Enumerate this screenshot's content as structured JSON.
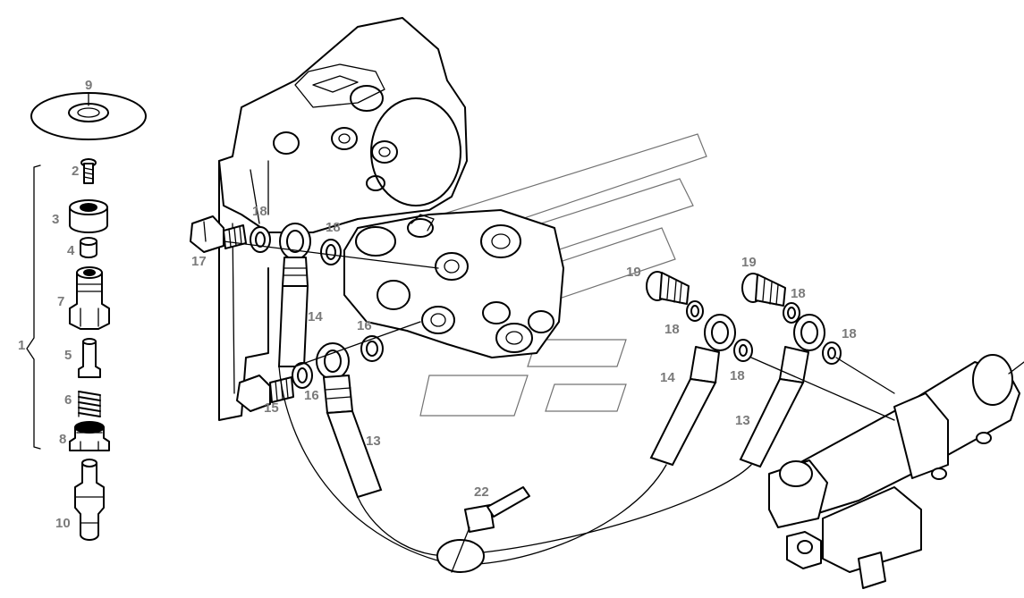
{
  "diagram": {
    "callouts": {
      "c1": "1",
      "c2": "2",
      "c3": "3",
      "c4": "4",
      "c5": "5",
      "c6": "6",
      "c7": "7",
      "c8": "8",
      "c9": "9",
      "c10": "10",
      "c13a": "13",
      "c13b": "13",
      "c14a": "14",
      "c14b": "14",
      "c15": "15",
      "c16a": "16",
      "c16b": "16",
      "c17": "17",
      "c18a": "18",
      "c18b": "18",
      "c18c": "18",
      "c18d": "18",
      "c18e": "18",
      "c18f": "18",
      "c19a": "19",
      "c19b": "19",
      "c22": "22"
    }
  }
}
